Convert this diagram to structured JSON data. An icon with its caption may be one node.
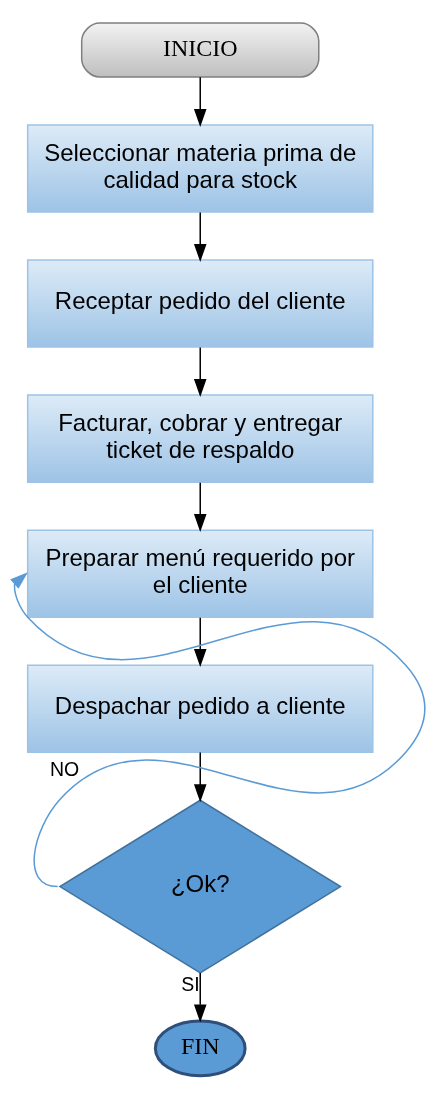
{
  "diagram": {
    "nodes": [
      {
        "text": [
          "INICIO"
        ]
      },
      {
        "text": [
          "Seleccionar materia prima de calidad para stock"
        ]
      },
      {
        "text": [
          "Receptar pedido del cliente"
        ]
      },
      {
        "text": [
          "Facturar, cobrar y entregar ticket de respaldo"
        ]
      },
      {
        "text": [
          "Preparar menú requerido por el cliente"
        ]
      },
      {
        "text": [
          "Despachar pedido a cliente"
        ]
      },
      {
        "text": [
          "¿Ok?"
        ]
      },
      {
        "text": [
          "FIN"
        ]
      }
    ],
    "edges": [
      {
        "from": 0,
        "to": 1,
        "arrow": "to"
      },
      {
        "from": 1,
        "to": 2,
        "arrow": "to"
      },
      {
        "from": 2,
        "to": 3,
        "arrow": "to"
      },
      {
        "from": 3,
        "to": 4,
        "arrow": "to"
      },
      {
        "from": 4,
        "to": 5,
        "arrow": "to"
      },
      {
        "from": 5,
        "to": 6,
        "arrow": "to"
      },
      {
        "from": 6,
        "to": 4,
        "arrow": "to",
        "label": "NO",
        "color": "#5b9bd5"
      },
      {
        "from": 6,
        "to": 7,
        "arrow": "to",
        "label": "SI"
      }
    ]
  }
}
